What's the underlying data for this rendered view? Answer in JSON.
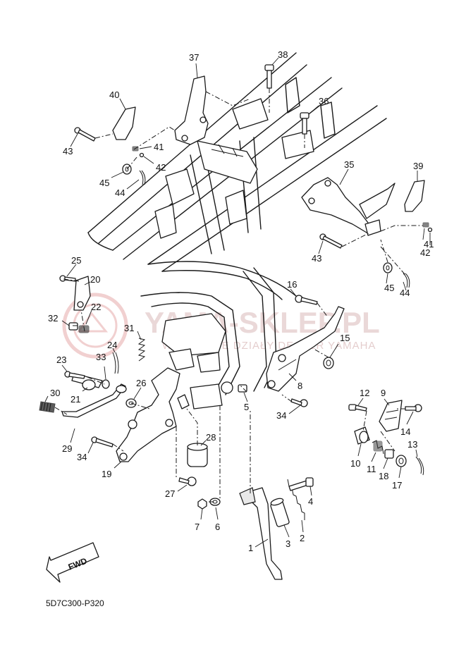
{
  "diagram": {
    "code": "5D7C300-P320",
    "direction_label": "FWD",
    "watermark": {
      "main": "YAMA-SKLEP.PL",
      "sub": "WSZYSTKIE DZIAŁY DEALER YAMAHA"
    },
    "callouts": [
      {
        "id": "c1",
        "label": "1"
      },
      {
        "id": "c2",
        "label": "2"
      },
      {
        "id": "c3",
        "label": "3"
      },
      {
        "id": "c4",
        "label": "4"
      },
      {
        "id": "c5",
        "label": "5"
      },
      {
        "id": "c6",
        "label": "6"
      },
      {
        "id": "c7",
        "label": "7"
      },
      {
        "id": "c8",
        "label": "8"
      },
      {
        "id": "c9",
        "label": "9"
      },
      {
        "id": "c10",
        "label": "10"
      },
      {
        "id": "c11",
        "label": "11"
      },
      {
        "id": "c12",
        "label": "12"
      },
      {
        "id": "c13",
        "label": "13"
      },
      {
        "id": "c14",
        "label": "14"
      },
      {
        "id": "c15",
        "label": "15"
      },
      {
        "id": "c16",
        "label": "16"
      },
      {
        "id": "c17",
        "label": "17"
      },
      {
        "id": "c18",
        "label": "18"
      },
      {
        "id": "c19",
        "label": "19"
      },
      {
        "id": "c20",
        "label": "20"
      },
      {
        "id": "c21",
        "label": "21"
      },
      {
        "id": "c22",
        "label": "22"
      },
      {
        "id": "c23",
        "label": "23"
      },
      {
        "id": "c24",
        "label": "24"
      },
      {
        "id": "c25",
        "label": "25"
      },
      {
        "id": "c26",
        "label": "26"
      },
      {
        "id": "c27",
        "label": "27"
      },
      {
        "id": "c28",
        "label": "28"
      },
      {
        "id": "c29",
        "label": "29"
      },
      {
        "id": "c30",
        "label": "30"
      },
      {
        "id": "c31",
        "label": "31"
      },
      {
        "id": "c32",
        "label": "32"
      },
      {
        "id": "c33",
        "label": "33"
      },
      {
        "id": "c34a",
        "label": "34"
      },
      {
        "id": "c34b",
        "label": "34"
      },
      {
        "id": "c35",
        "label": "35"
      },
      {
        "id": "c36",
        "label": "36"
      },
      {
        "id": "c37",
        "label": "37"
      },
      {
        "id": "c38",
        "label": "38"
      },
      {
        "id": "c39",
        "label": "39"
      },
      {
        "id": "c40",
        "label": "40"
      },
      {
        "id": "c41a",
        "label": "41"
      },
      {
        "id": "c41b",
        "label": "41"
      },
      {
        "id": "c42a",
        "label": "42"
      },
      {
        "id": "c42b",
        "label": "42"
      },
      {
        "id": "c43a",
        "label": "43"
      },
      {
        "id": "c43b",
        "label": "43"
      },
      {
        "id": "c44a",
        "label": "44"
      },
      {
        "id": "c44b",
        "label": "44"
      },
      {
        "id": "c45a",
        "label": "45"
      },
      {
        "id": "c45b",
        "label": "45"
      }
    ]
  }
}
